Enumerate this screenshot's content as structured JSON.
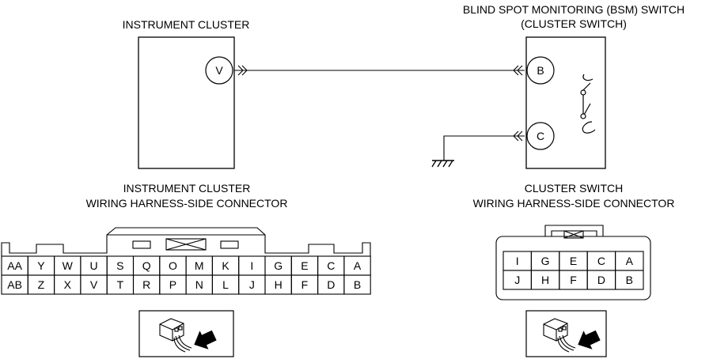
{
  "labels": {
    "cluster_title": "INSTRUMENT CLUSTER",
    "bsm_title_1": "BLIND SPOT MONITORING (BSM) SWITCH",
    "bsm_title_2": "(CLUSTER SWITCH)",
    "left_conn_title_1": "INSTRUMENT CLUSTER",
    "left_conn_title_2": "WIRING HARNESS-SIDE CONNECTOR",
    "right_conn_title_1": "CLUSTER SWITCH",
    "right_conn_title_2": "WIRING HARNESS-SIDE CONNECTOR"
  },
  "terminals": {
    "cluster_v": "V",
    "switch_b": "B",
    "switch_c": "C"
  },
  "left_connector": {
    "top_row": [
      "AA",
      "Y",
      "W",
      "U",
      "S",
      "Q",
      "O",
      "M",
      "K",
      "I",
      "G",
      "E",
      "C",
      "A"
    ],
    "bottom_row": [
      "AB",
      "Z",
      "X",
      "V",
      "T",
      "R",
      "P",
      "N",
      "L",
      "J",
      "H",
      "F",
      "D",
      "B"
    ]
  },
  "right_connector": {
    "top_row": [
      "I",
      "G",
      "E",
      "C",
      "A"
    ],
    "bottom_row": [
      "J",
      "H",
      "F",
      "D",
      "B"
    ]
  },
  "icons": [
    "ground-icon",
    "switch-icon",
    "connector-view-icon"
  ]
}
